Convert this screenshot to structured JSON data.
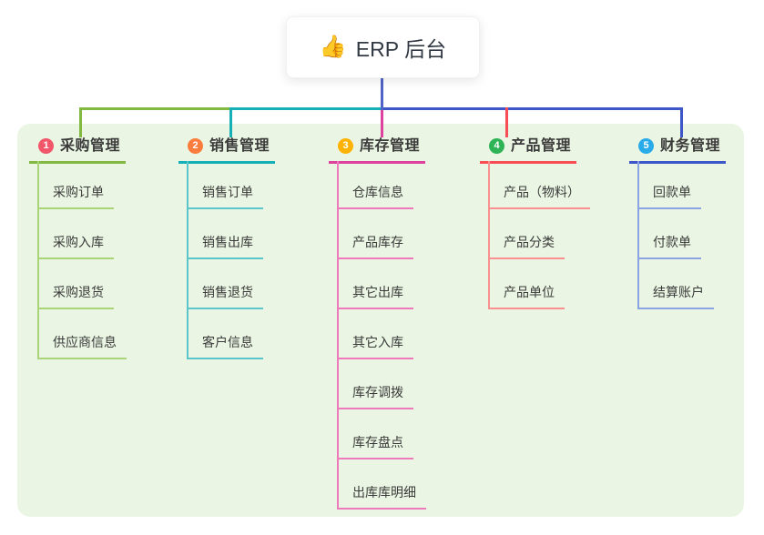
{
  "root": {
    "icon": "👍",
    "title": "ERP 后台"
  },
  "palette": {
    "canvas_bg": "#ffffff",
    "panel_bg": "#eaf6e3",
    "root_line": "#4f63c8",
    "text": "#3a3a3a"
  },
  "branches": [
    {
      "num": "1",
      "label": "采购管理",
      "badge_bg": "#f2566a",
      "line": "#82ba41",
      "child_line": "#a9d478",
      "children": [
        "采购订单",
        "采购入库",
        "采购退货",
        "供应商信息"
      ]
    },
    {
      "num": "2",
      "label": "销售管理",
      "badge_bg": "#fb7c3c",
      "line": "#16afb6",
      "child_line": "#5ac6c9",
      "children": [
        "销售订单",
        "销售出库",
        "销售退货",
        "客户信息"
      ]
    },
    {
      "num": "3",
      "label": "库存管理",
      "badge_bg": "#feb302",
      "line": "#dd429e",
      "child_line": "#ee7abc",
      "children": [
        "仓库信息",
        "产品库存",
        "其它出库",
        "其它入库",
        "库存调拨",
        "库存盘点",
        "出库库明细"
      ]
    },
    {
      "num": "4",
      "label": "产品管理",
      "badge_bg": "#2eb456",
      "line": "#f94d55",
      "child_line": "#fb9090",
      "children": [
        "产品（物料）",
        "产品分类",
        "产品单位"
      ]
    },
    {
      "num": "5",
      "label": "财务管理",
      "badge_bg": "#29aae9",
      "line": "#3e57c8",
      "child_line": "#8ba3e2",
      "children": [
        "回款单",
        "付款单",
        "结算账户"
      ]
    }
  ]
}
